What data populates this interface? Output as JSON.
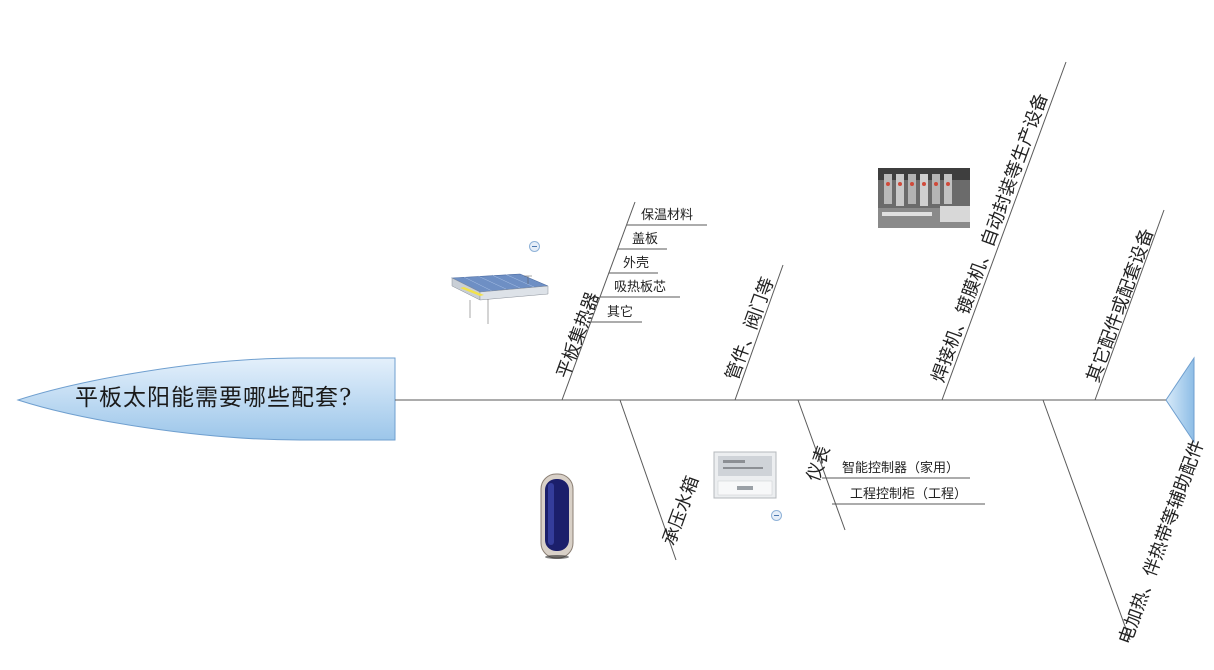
{
  "diagram": {
    "title": "平板太阳能需要哪些配套?",
    "branches": {
      "b1": "平板集热器",
      "b2": "管件、阀门等",
      "b3": "焊接机、镀膜机、自动封装等生产设备",
      "b4": "其它配件或配套设备",
      "b5": "承压水箱",
      "b6": "仪表",
      "b7": "电加热、伴热带等辅助配件"
    },
    "sub_b1": [
      "保温材料",
      "盖板",
      "外壳",
      "吸热板芯",
      "其它"
    ],
    "sub_b6": [
      "智能控制器（家用）",
      "工程控制柜（工程）"
    ]
  },
  "colors": {
    "line": "#5a5a5a",
    "head_fill_top": "#e4f0fb",
    "head_fill_bottom": "#9cc6ea",
    "head_stroke": "#6f9fcf",
    "tail_fill": "#aed2f0"
  },
  "icons": {
    "collapse": "collapse-minus-icon",
    "collector": "solar-collector-image",
    "machine": "production-machine-image",
    "tank": "pressure-tank-image",
    "meter": "controller-meter-image"
  }
}
